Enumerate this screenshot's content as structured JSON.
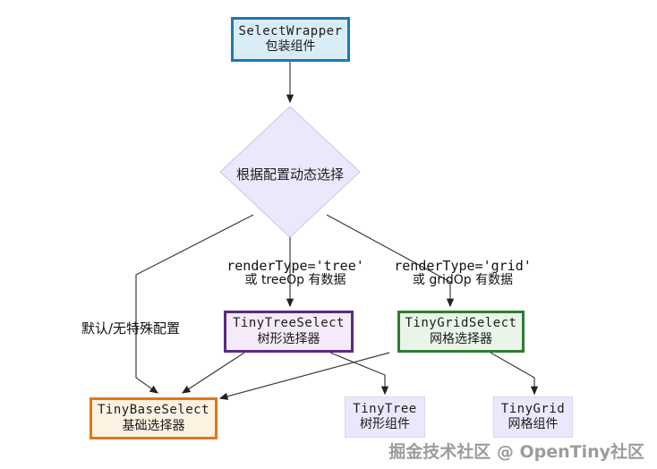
{
  "diagram": {
    "nodes": {
      "select_wrapper": {
        "title": "SelectWrapper",
        "subtitle": "包装组件"
      },
      "decision": {
        "label": "根据配置动态选择"
      },
      "tiny_tree_select": {
        "title": "TinyTreeSelect",
        "subtitle": "树形选择器"
      },
      "tiny_grid_select": {
        "title": "TinyGridSelect",
        "subtitle": "网格选择器"
      },
      "tiny_base_select": {
        "title": "TinyBaseSelect",
        "subtitle": "基础选择器"
      },
      "tiny_tree": {
        "title": "TinyTree",
        "subtitle": "树形组件"
      },
      "tiny_grid": {
        "title": "TinyGrid",
        "subtitle": "网格组件"
      }
    },
    "edge_labels": {
      "tree_condition_line1": "renderType='tree'",
      "tree_condition_line2": "或 treeOp 有数据",
      "grid_condition_line1": "renderType='grid'",
      "grid_condition_line2": "或 gridOp 有数据",
      "default_condition": "默认/无特殊配置"
    },
    "colors": {
      "wrapper_border": "#1b79b5",
      "wrapper_fill": "#d9edf8",
      "tree_select_border": "#582c83",
      "tree_select_fill": "#f4eaf9",
      "grid_select_border": "#2e7d32",
      "grid_select_fill": "#eaf5ea",
      "base_select_border": "#e1761e",
      "base_select_fill": "#fcf2e2",
      "plain_node_fill": "#e9e9fb",
      "decision_fill": "#e9e9fb",
      "decision_border": "#c7c7ea",
      "edge_stroke": "#3d3d3d"
    }
  },
  "watermark": {
    "text": "掘金技术社区 @ OpenTiny社区"
  }
}
